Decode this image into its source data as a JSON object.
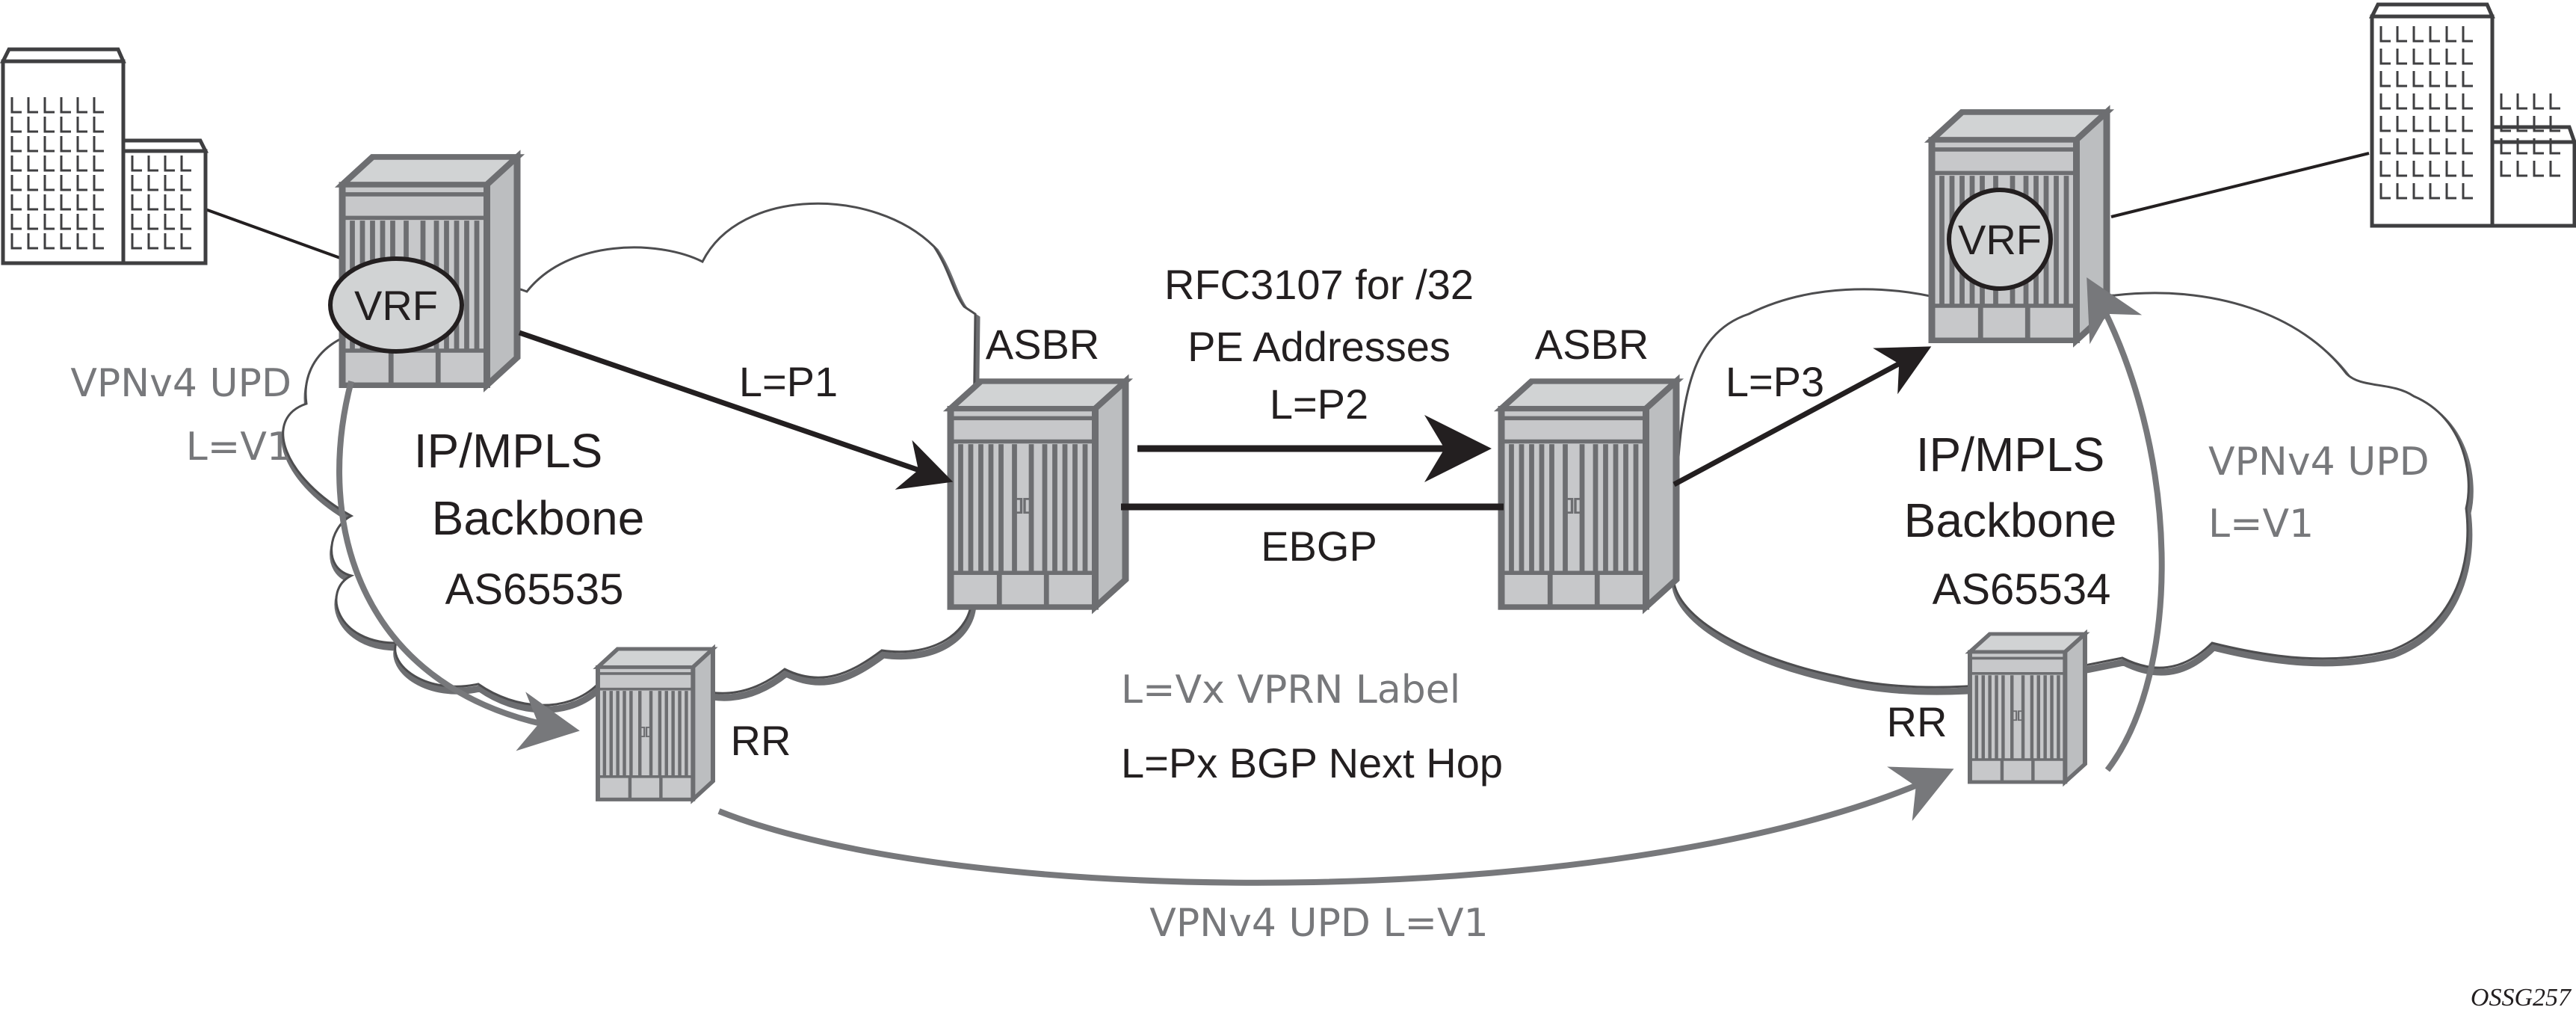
{
  "figure_id": "OSSG257",
  "colors": {
    "text": "#231f20",
    "update_gray": "#77787b",
    "device_fill": "#c7c8ca",
    "device_top": "#d1d3d4",
    "device_stroke": "#6d6e71",
    "cloud_stroke": "#4d4d4f"
  },
  "sites": [
    {
      "id": "site-left",
      "icon": "building-icon"
    },
    {
      "id": "site-right",
      "icon": "building-icon"
    }
  ],
  "left_as": {
    "title_line1": "IP/MPLS",
    "title_line2": "Backbone",
    "as_number": "AS65535",
    "pe_vrf_label": "VRF",
    "asbr_label": "ASBR",
    "rr_label": "RR",
    "update_line1": "VPNv4 UPD",
    "update_line2": "L=V1",
    "lsp_label": "L=P1"
  },
  "right_as": {
    "title_line1": "IP/MPLS",
    "title_line2": "Backbone",
    "as_number": "AS65534",
    "pe_vrf_label": "VRF",
    "asbr_label": "ASBR",
    "rr_label": "RR",
    "update_line1": "VPNv4 UPD",
    "update_line2": "L=V1",
    "lsp_label": "L=P3"
  },
  "inter_as": {
    "rfc_line1": "RFC3107 for /32",
    "rfc_line2": "PE Addresses",
    "label": "L=P2",
    "session": "EBGP"
  },
  "rr_update": "VPNv4 UPD L=V1",
  "legend": {
    "vpn_label": "L=Vx VPRN Label",
    "next_hop_label": "L=Px BGP Next Hop"
  }
}
